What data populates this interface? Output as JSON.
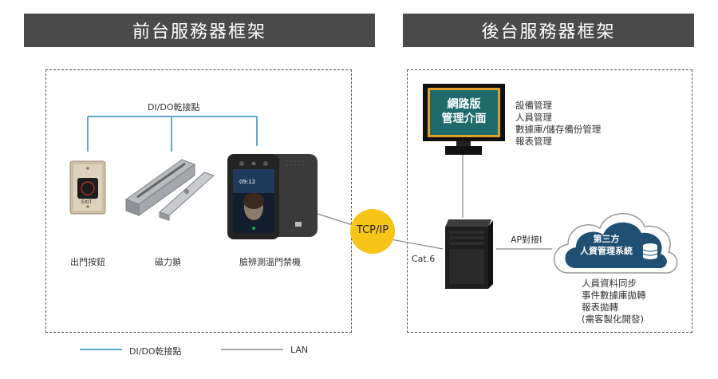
{
  "headers": {
    "frontend": "前台服務器框架",
    "backend": "後台服務器框架"
  },
  "frontend": {
    "dido_label": "DI/DO乾接點",
    "devices": {
      "exit_button": "出門按鈕",
      "exit_text": "EXIT",
      "magnetic_lock": "磁力鎖",
      "face_terminal": "臉辨測溫門禁機",
      "face_time": "09:12"
    }
  },
  "network": {
    "protocol": "TCP/IP",
    "cable": "Cat.6"
  },
  "backend": {
    "monitor_line1": "網路版",
    "monitor_line2": "管理介面",
    "functions": [
      "設備管理",
      "人員管理",
      "數據庫/儲存備份管理",
      "報表管理"
    ],
    "api_label": "AP對接I",
    "cloud_line1": "第三方",
    "cloud_line2": "人資管理系統",
    "cloud_functions": [
      "人員資料同步",
      "事件數據庫拋轉",
      "報表拋轉",
      "(需客製化開發)"
    ]
  },
  "legend": {
    "dido": "DI/DO乾接點",
    "lan": "LAN"
  },
  "colors": {
    "header_bg": "#4a4a4a",
    "dido_line": "#2b8cc4",
    "lan_line": "#888888",
    "tcp_circle": "#f5c518",
    "monitor_screen": "#1d6b6b",
    "monitor_border": "#e0a02a"
  }
}
